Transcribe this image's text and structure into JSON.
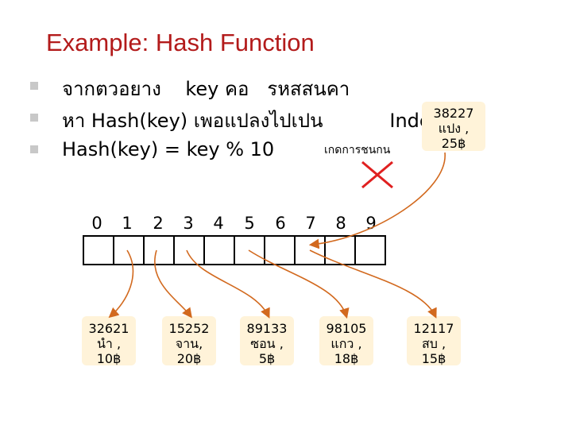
{
  "title": "Example: Hash Function",
  "bullets": [
    "จากตวอยาง    key คอ   รหสสนคา",
    "หา Hash(key) เพอแปลงไปเปน           Index",
    "Hash(key) = key % 10"
  ],
  "collision_note": "เกดการชนกน",
  "popup": {
    "key": "38227",
    "name": "แปง  ,",
    "price": "25฿"
  },
  "indices": [
    "0",
    "1",
    "2",
    "3",
    "4",
    "5",
    "6",
    "7",
    "8",
    "9"
  ],
  "records": [
    {
      "key": "32621",
      "name": "นำ    ,",
      "price": "10฿"
    },
    {
      "key": "15252",
      "name": "จาน,",
      "price": "20฿"
    },
    {
      "key": "89133",
      "name": "ซอน  ,",
      "price": "5฿"
    },
    {
      "key": "98105",
      "name": "แกว  ,",
      "price": "18฿"
    },
    {
      "key": "12117",
      "name": "สบ    ,",
      "price": "15฿"
    }
  ],
  "colors": {
    "title": "#b31b1b",
    "arrow": "#d2691e",
    "cross": "#e02020",
    "record_bg": "#fff3d9"
  },
  "icons": {
    "bullet": "square-bullet-icon",
    "cross": "cross-mark-icon"
  }
}
